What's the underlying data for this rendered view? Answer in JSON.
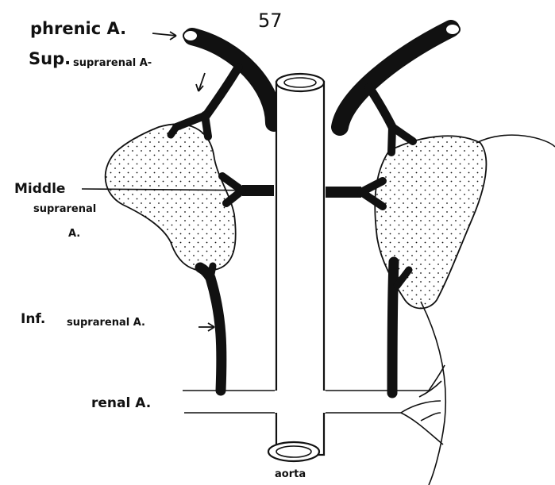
{
  "page_number": "57",
  "labels": {
    "phrenic": "phrenic A.",
    "sup_prefix": "Sup.",
    "sup_rest": "suprarenal A-",
    "middle": "Middle",
    "middle_sub": "suprarenal",
    "middle_a": "A.",
    "inf_prefix": "Inf.",
    "inf_rest": "suprarenal A.",
    "renal": "renal A.",
    "aorta": "aorta"
  },
  "colors": {
    "ink": "#111111",
    "paper": "#ffffff"
  }
}
